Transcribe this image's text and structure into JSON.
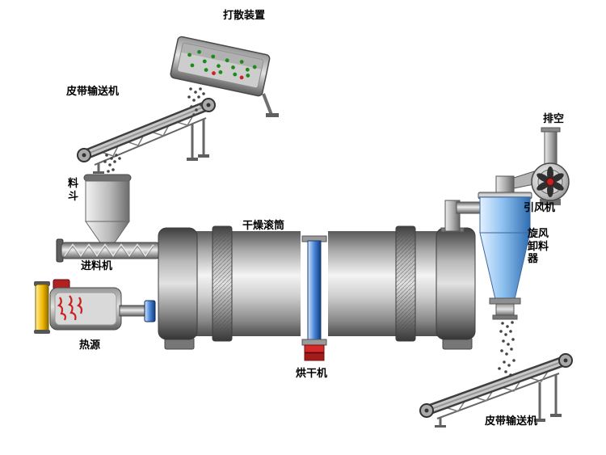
{
  "diagram": {
    "labels": {
      "scatter_device": "打散装置",
      "belt_conveyor_top": "皮带输送机",
      "hopper": "料斗",
      "feeder": "进料机",
      "heat_source": "热源",
      "drying_drum": "干燥滚筒",
      "dryer": "烘干机",
      "cyclone_discharger": "旋风卸料器",
      "induced_draft_fan": "引风机",
      "exhaust": "排空",
      "belt_conveyor_bottom": "皮带输送机"
    },
    "colors": {
      "background": "#ffffff",
      "label_text": "#000000",
      "metal_light": "#e8e8e8",
      "metal_dark": "#5a5a5a",
      "cyclone_blue": "#8fc2f0",
      "pipe_blue": "#4a86d8",
      "heat_yellow": "#f0b800",
      "flame_red": "#cc2020",
      "valve_red": "#d42a2a",
      "material_green": "#1e8a1e"
    }
  }
}
